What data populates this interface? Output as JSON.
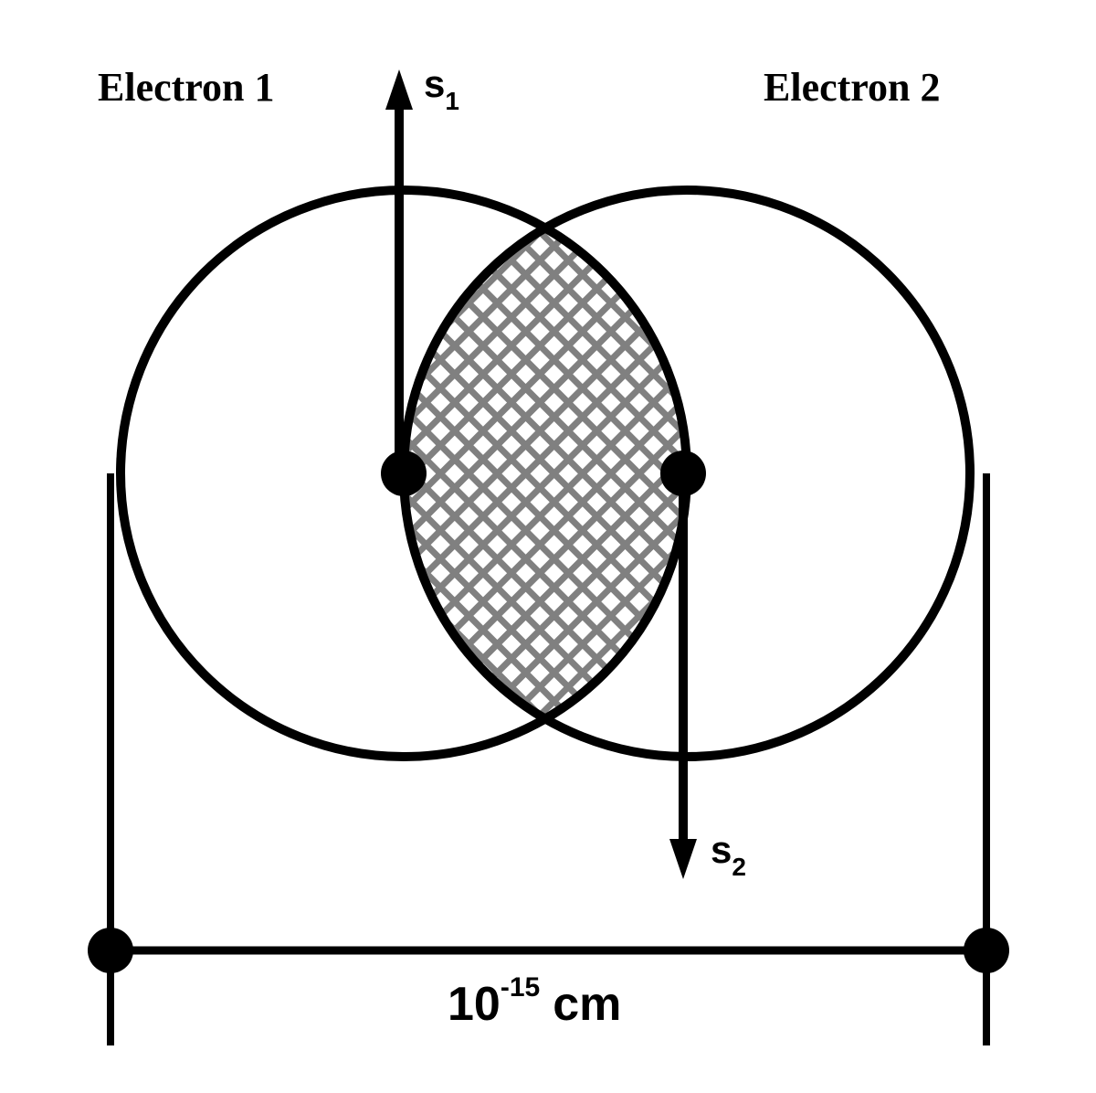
{
  "electron1": {
    "label": "Electron 1",
    "spin_symbol": "s",
    "spin_index": "1"
  },
  "electron2": {
    "label": "Electron 2",
    "spin_symbol": "s",
    "spin_index": "2"
  },
  "dimension": {
    "base": "10",
    "exponent": "-15",
    "unit": "cm"
  },
  "colors": {
    "line": "#000000",
    "overlap_fill": "#808080",
    "background": "#ffffff"
  }
}
